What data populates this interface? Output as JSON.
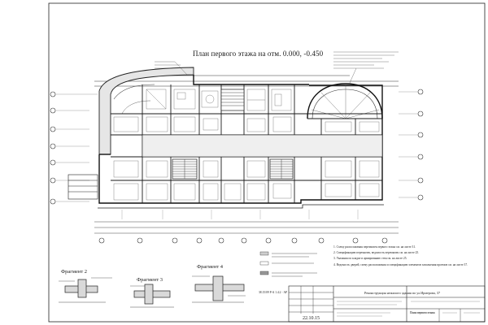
{
  "drawing": {
    "title": "План первого этажа на отм. 0.000, -0.450",
    "fragments": [
      "Фрагмент 2",
      "Фрагмент 3",
      "Фрагмент 4"
    ],
    "notes": [
      "1. Схему расположения перемычек первого этажа см. на листе 31.",
      "2. Спецификацию перемычек, ведомость перемычек см. на листе 25.",
      "3. Указания по кладке и армированию стен см. на листе 25.",
      "4. Ведомость дверей, схему расположения и спецификацию элементов заполнения проемов см. на листе 37."
    ],
    "sheet_code": "38.15/09 Р-А 1.4.2 - АР",
    "stamp_title": "Реконструкция нежилого здания по ул.Ирмерова, 37",
    "stamp_sheet": "План первого этажа",
    "date": "22.10.15"
  },
  "colors": {
    "line": "#1c1c1c",
    "fill": "#d9d9d9",
    "paper": "#ffffff"
  }
}
